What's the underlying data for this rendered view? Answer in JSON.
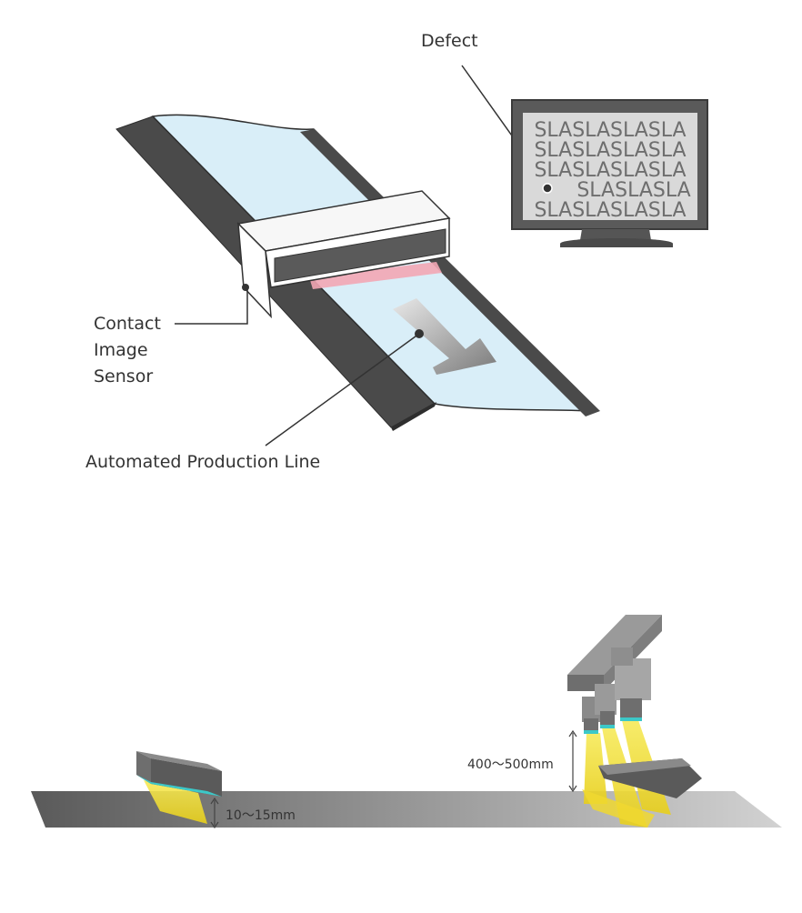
{
  "labels": {
    "defect": "Defect",
    "cis_line1": "Contact",
    "cis_line2": "Image",
    "cis_line3": "Sensor",
    "production_line": "Automated Production Line",
    "cis_distance": "10～15mm",
    "camera_distance": "400～500mm"
  },
  "monitor": {
    "rows": [
      "SLASLASLASLA",
      "SLASLASLASLA",
      "SLASLASLASLA",
      "SLASLASLA",
      "SLASLASLASLA"
    ]
  },
  "colors": {
    "belt_film": "#d9eef8",
    "belt_side": "#4a4a4a",
    "sensor_light": "#f2a6b4",
    "beam": "#f3e03a",
    "sensor_window": "#3cc8c8"
  }
}
